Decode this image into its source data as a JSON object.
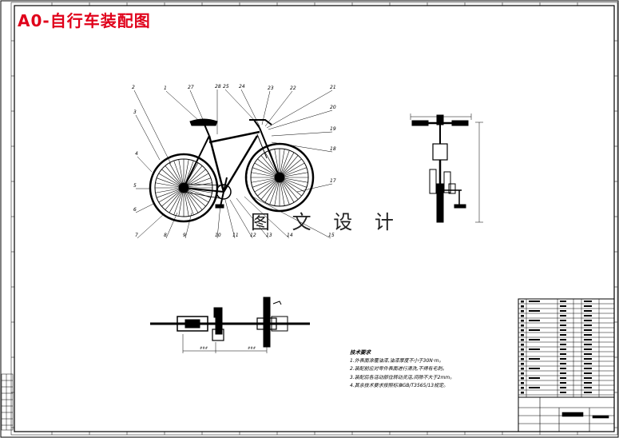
{
  "title": "A0-自行车装配图",
  "watermark": "图 文 设 计",
  "notes": {
    "heading": "技术要求",
    "items": [
      "1.外表面涂覆油漆,油漆厚度不小于30N·m。",
      "2.装配前应对零件表面进行清洗,不得有毛刺。",
      "3.装配后各活动部位转动灵活,间隙不大于2mm。",
      "4.其余技术要求按照标准GB/T3565/13规定。"
    ]
  },
  "balloons": [
    "2",
    "1",
    "27",
    "28",
    "25",
    "24",
    "23",
    "22",
    "21",
    "3",
    "20",
    "19",
    "4",
    "18",
    "5",
    "17",
    "6",
    "7",
    "8",
    "9",
    "10",
    "11",
    "12",
    "13",
    "14",
    "15"
  ],
  "colors": {
    "title": "#e0001a",
    "line": "#000000"
  }
}
